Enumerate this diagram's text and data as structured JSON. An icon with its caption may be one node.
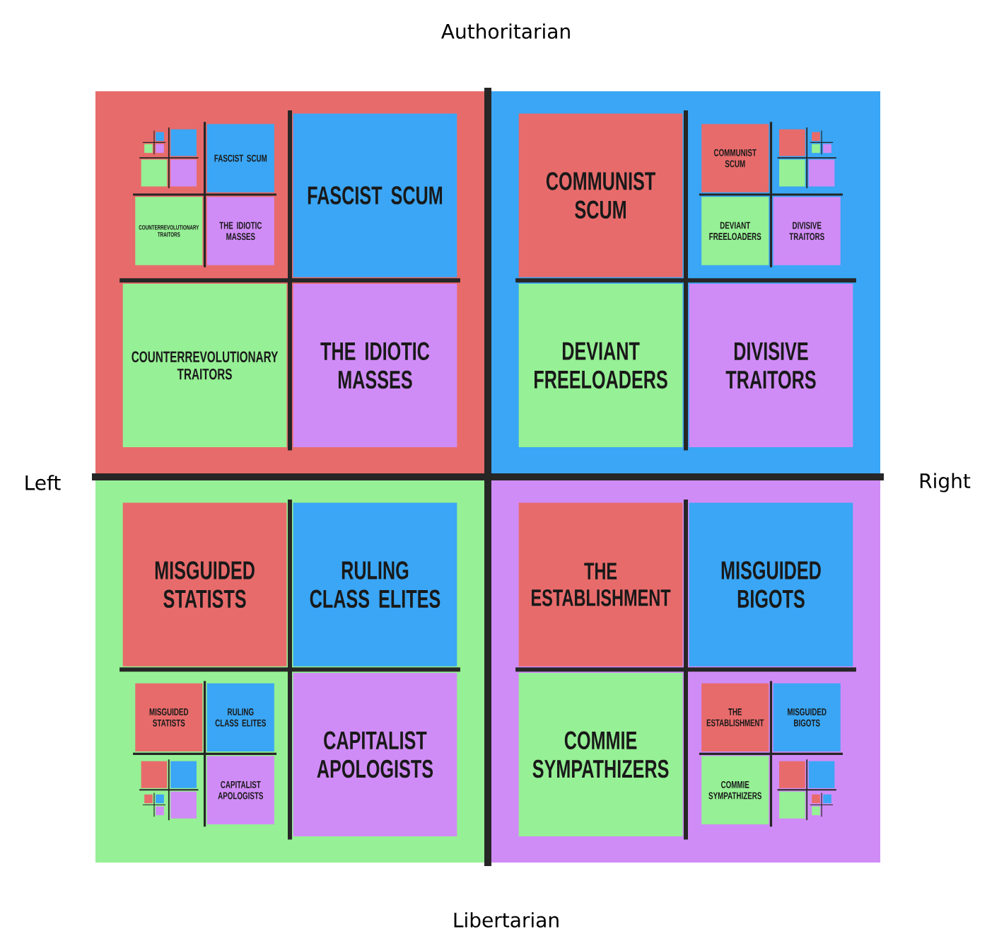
{
  "diagram": {
    "nodes": [
      {
        "text": [],
        "shape": "box"
      },
      {
        "text": [
          "FASCIST SCUM"
        ],
        "in": 0
      },
      {
        "text": [
          "COUNTERREVOLUTIONARY TRAITORS"
        ],
        "in": 0
      },
      {
        "text": [
          "THE IDIOTIC MASSES"
        ],
        "in": 0
      },
      {
        "text": [
          "FASCIST SCUM"
        ],
        "in": 0
      },
      {
        "text": [
          "COUNTERREVOLUTIONARY TRAITORS"
        ],
        "in": 0
      },
      {
        "text": [
          "THE IDIOTIC MASSES"
        ],
        "in": 0
      },
      {
        "text": [],
        "shape": "box"
      },
      {
        "text": [
          "COMMUNIST SCUM"
        ],
        "in": 7
      },
      {
        "text": [
          "COMMUNIST SCUM"
        ],
        "in": 7
      },
      {
        "text": [
          "DEVIANT FREELOADERS"
        ],
        "in": 7
      },
      {
        "text": [
          "DIVISIVE TRAITORS"
        ],
        "in": 7
      },
      {
        "text": [
          "DEVIANT FREELOADERS"
        ],
        "in": 7
      },
      {
        "text": [
          "DIVISIVE TRAITORS"
        ],
        "in": 7
      },
      {
        "text": [],
        "shape": "box"
      },
      {
        "text": [
          "MISGUIDED STATISTS"
        ],
        "in": 14
      },
      {
        "text": [
          "RULING CLASS ELITES"
        ],
        "in": 14
      },
      {
        "text": [
          "MISGUIDED STATISTS"
        ],
        "in": 14
      },
      {
        "text": [
          "RULING CLASS ELITES"
        ],
        "in": 14
      },
      {
        "text": [
          "CAPITALIST APOLOGISTS"
        ],
        "in": 14
      },
      {
        "text": [
          "CAPITALIST APOLOGISTS"
        ],
        "in": 14
      },
      {
        "text": [],
        "shape": "box"
      },
      {
        "text": [
          "THE ESTABLISHMENT"
        ],
        "in": 21
      },
      {
        "text": [
          "MISGUIDED BIGOTS"
        ],
        "in": 21
      },
      {
        "text": [
          "COMMIE SYMPATHIZERS"
        ],
        "in": 21
      },
      {
        "text": [
          "THE ESTABLISHMENT"
        ],
        "in": 21
      },
      {
        "text": [
          "MISGUIDED BIGOTS"
        ],
        "in": 21
      },
      {
        "text": [
          "COMMIE SYMPATHIZERS"
        ],
        "in": 21
      }
    ],
    "labels": [
      "Authoritarian",
      "Left",
      "Right",
      "Libertarian"
    ]
  }
}
